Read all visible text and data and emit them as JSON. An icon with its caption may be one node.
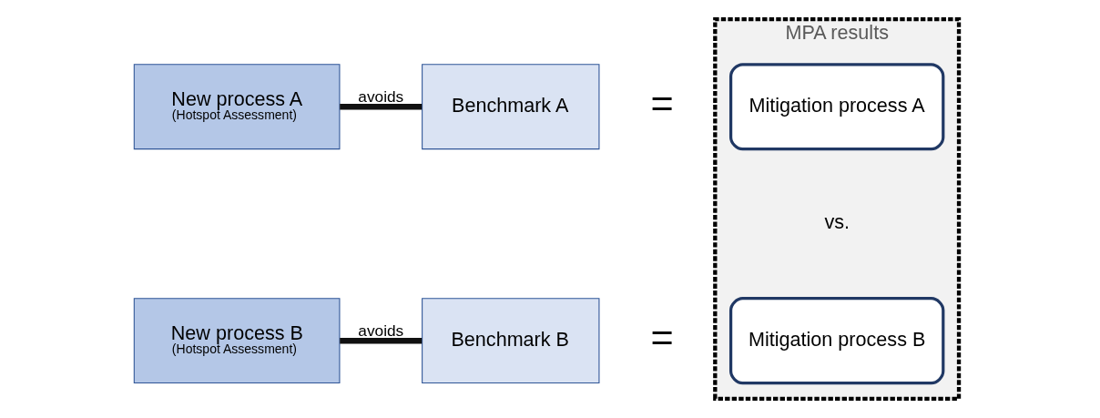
{
  "diagram": {
    "nodes": [
      {
        "text": [
          "New process A",
          "(Hotspot Assessment)"
        ]
      },
      {
        "text": [
          "Benchmark A"
        ]
      },
      {
        "text": [
          "MPA results"
        ]
      },
      {
        "text": [
          "Mitigation process A"
        ],
        "in": 2
      },
      {
        "text": [
          "Mitigation process B"
        ],
        "in": 2
      },
      {
        "text": [
          "New process B",
          "(Hotspot Assessment)"
        ]
      },
      {
        "text": [
          "Benchmark B"
        ]
      }
    ],
    "edges": [
      {
        "from": 0,
        "to": 1,
        "arrow": "none",
        "label": "avoids"
      },
      {
        "from": 5,
        "to": 6,
        "arrow": "none",
        "label": "avoids"
      }
    ],
    "labels": [
      "=",
      "vs.",
      "="
    ]
  }
}
